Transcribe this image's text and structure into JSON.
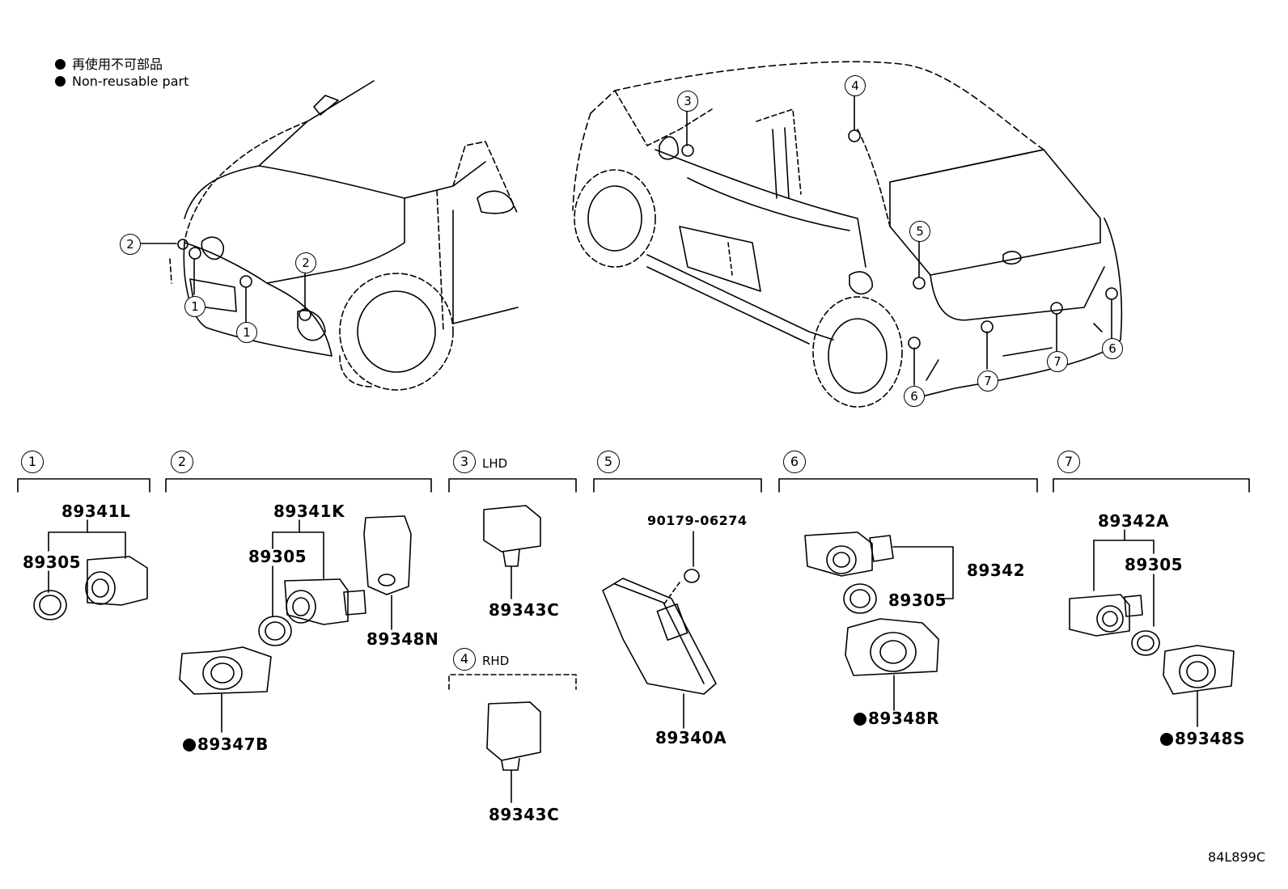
{
  "legend": {
    "line1": "再使用不可部品",
    "line2": "Non-reusable part"
  },
  "callouts": [
    "1",
    "1",
    "2",
    "2",
    "3",
    "4",
    "5",
    "6",
    "6",
    "7",
    "7"
  ],
  "groups": [
    {
      "num": "1",
      "note": ""
    },
    {
      "num": "2",
      "note": ""
    },
    {
      "num": "3",
      "note": "LHD"
    },
    {
      "num": "4",
      "note": "RHD"
    },
    {
      "num": "5",
      "note": ""
    },
    {
      "num": "6",
      "note": ""
    },
    {
      "num": "7",
      "note": ""
    }
  ],
  "parts": {
    "g1_assy": "89341L",
    "g1_ring": "89305",
    "g2_assy": "89341K",
    "g2_ring": "89305",
    "g2_holder": "89348N",
    "g2_retainer": "89347B",
    "g3_sensor": "89343C",
    "g4_sensor": "89343C",
    "g5_clip": "90179-06274",
    "g5_ecu": "89340A",
    "g6_assy": "89342",
    "g6_ring": "89305",
    "g6_retainer": "89348R",
    "g7_assy": "89342A",
    "g7_ring": "89305",
    "g7_retainer": "89348S"
  },
  "reference_code": "84L899C",
  "colors": {
    "line": "#000000",
    "background": "#ffffff"
  }
}
